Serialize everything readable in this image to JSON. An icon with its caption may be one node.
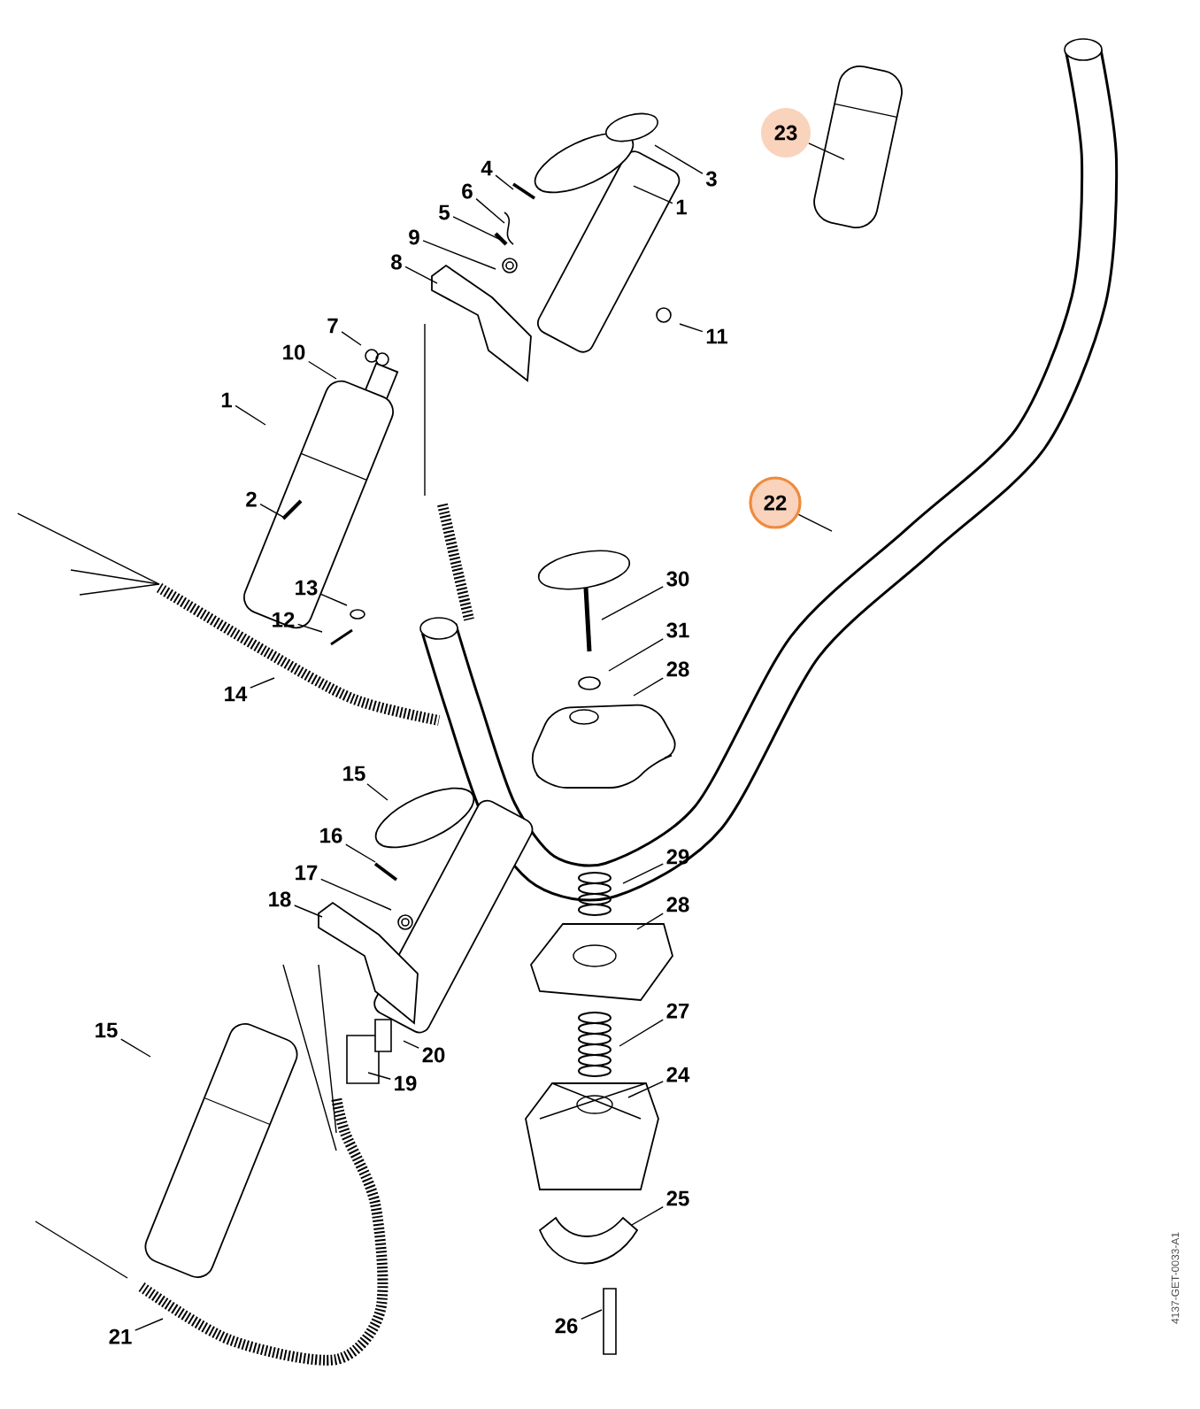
{
  "diagram": {
    "nodes": [
      {
        "text": [
          "3"
        ]
      },
      {
        "text": [
          "1"
        ]
      },
      {
        "text": [
          "4"
        ]
      },
      {
        "text": [
          "6"
        ]
      },
      {
        "text": [
          "5"
        ]
      },
      {
        "text": [
          "9"
        ]
      },
      {
        "text": [
          "8"
        ]
      },
      {
        "text": [
          "7"
        ]
      },
      {
        "text": [
          "10"
        ]
      },
      {
        "text": [
          "11"
        ]
      },
      {
        "text": [
          "1"
        ]
      },
      {
        "text": [
          "2"
        ]
      },
      {
        "text": [
          "13"
        ]
      },
      {
        "text": [
          "12"
        ]
      },
      {
        "text": [
          "14"
        ]
      },
      {
        "text": [
          "30"
        ]
      },
      {
        "text": [
          "31"
        ]
      },
      {
        "text": [
          "28"
        ]
      },
      {
        "text": [
          "15"
        ]
      },
      {
        "text": [
          "16"
        ]
      },
      {
        "text": [
          "17"
        ]
      },
      {
        "text": [
          "18"
        ]
      },
      {
        "text": [
          "29"
        ]
      },
      {
        "text": [
          "28"
        ]
      },
      {
        "text": [
          "27"
        ]
      },
      {
        "text": [
          "24"
        ]
      },
      {
        "text": [
          "20"
        ]
      },
      {
        "text": [
          "19"
        ]
      },
      {
        "text": [
          "15"
        ]
      },
      {
        "text": [
          "25"
        ]
      },
      {
        "text": [
          "21"
        ]
      },
      {
        "text": [
          "26"
        ]
      },
      {
        "text": [
          "22"
        ]
      },
      {
        "text": [
          "23"
        ]
      }
    ],
    "edges": [
      {
        "from": 0,
        "to": null,
        "arrow": "none"
      },
      {
        "from": 1,
        "to": null,
        "arrow": "none"
      },
      {
        "from": 2,
        "to": null,
        "arrow": "none"
      },
      {
        "from": 3,
        "to": null,
        "arrow": "none"
      },
      {
        "from": 4,
        "to": null,
        "arrow": "none"
      },
      {
        "from": 5,
        "to": null,
        "arrow": "none"
      },
      {
        "from": 6,
        "to": null,
        "arrow": "none"
      },
      {
        "from": 7,
        "to": null,
        "arrow": "none"
      },
      {
        "from": 8,
        "to": null,
        "arrow": "none"
      },
      {
        "from": 9,
        "to": null,
        "arrow": "none"
      },
      {
        "from": 10,
        "to": null,
        "arrow": "none"
      },
      {
        "from": 11,
        "to": null,
        "arrow": "none"
      },
      {
        "from": 12,
        "to": null,
        "arrow": "none"
      },
      {
        "from": 13,
        "to": null,
        "arrow": "none"
      },
      {
        "from": 14,
        "to": null,
        "arrow": "none"
      },
      {
        "from": 15,
        "to": null,
        "arrow": "none"
      },
      {
        "from": 16,
        "to": null,
        "arrow": "none"
      },
      {
        "from": 17,
        "to": null,
        "arrow": "none"
      },
      {
        "from": 18,
        "to": null,
        "arrow": "none"
      },
      {
        "from": 19,
        "to": null,
        "arrow": "none"
      },
      {
        "from": 20,
        "to": null,
        "arrow": "none"
      },
      {
        "from": 21,
        "to": null,
        "arrow": "none"
      },
      {
        "from": 22,
        "to": null,
        "arrow": "none"
      },
      {
        "from": 23,
        "to": null,
        "arrow": "none"
      },
      {
        "from": 24,
        "to": null,
        "arrow": "none"
      },
      {
        "from": 25,
        "to": null,
        "arrow": "none"
      },
      {
        "from": 26,
        "to": null,
        "arrow": "none"
      },
      {
        "from": 27,
        "to": null,
        "arrow": "none"
      },
      {
        "from": 28,
        "to": null,
        "arrow": "none"
      },
      {
        "from": 29,
        "to": null,
        "arrow": "none"
      },
      {
        "from": 30,
        "to": null,
        "arrow": "none"
      },
      {
        "from": 31,
        "to": null,
        "arrow": "none"
      },
      {
        "from": 32,
        "to": null,
        "arrow": "none"
      },
      {
        "from": 33,
        "to": null,
        "arrow": "none"
      }
    ],
    "labels": [
      "4137-GET-0033-A1"
    ]
  }
}
